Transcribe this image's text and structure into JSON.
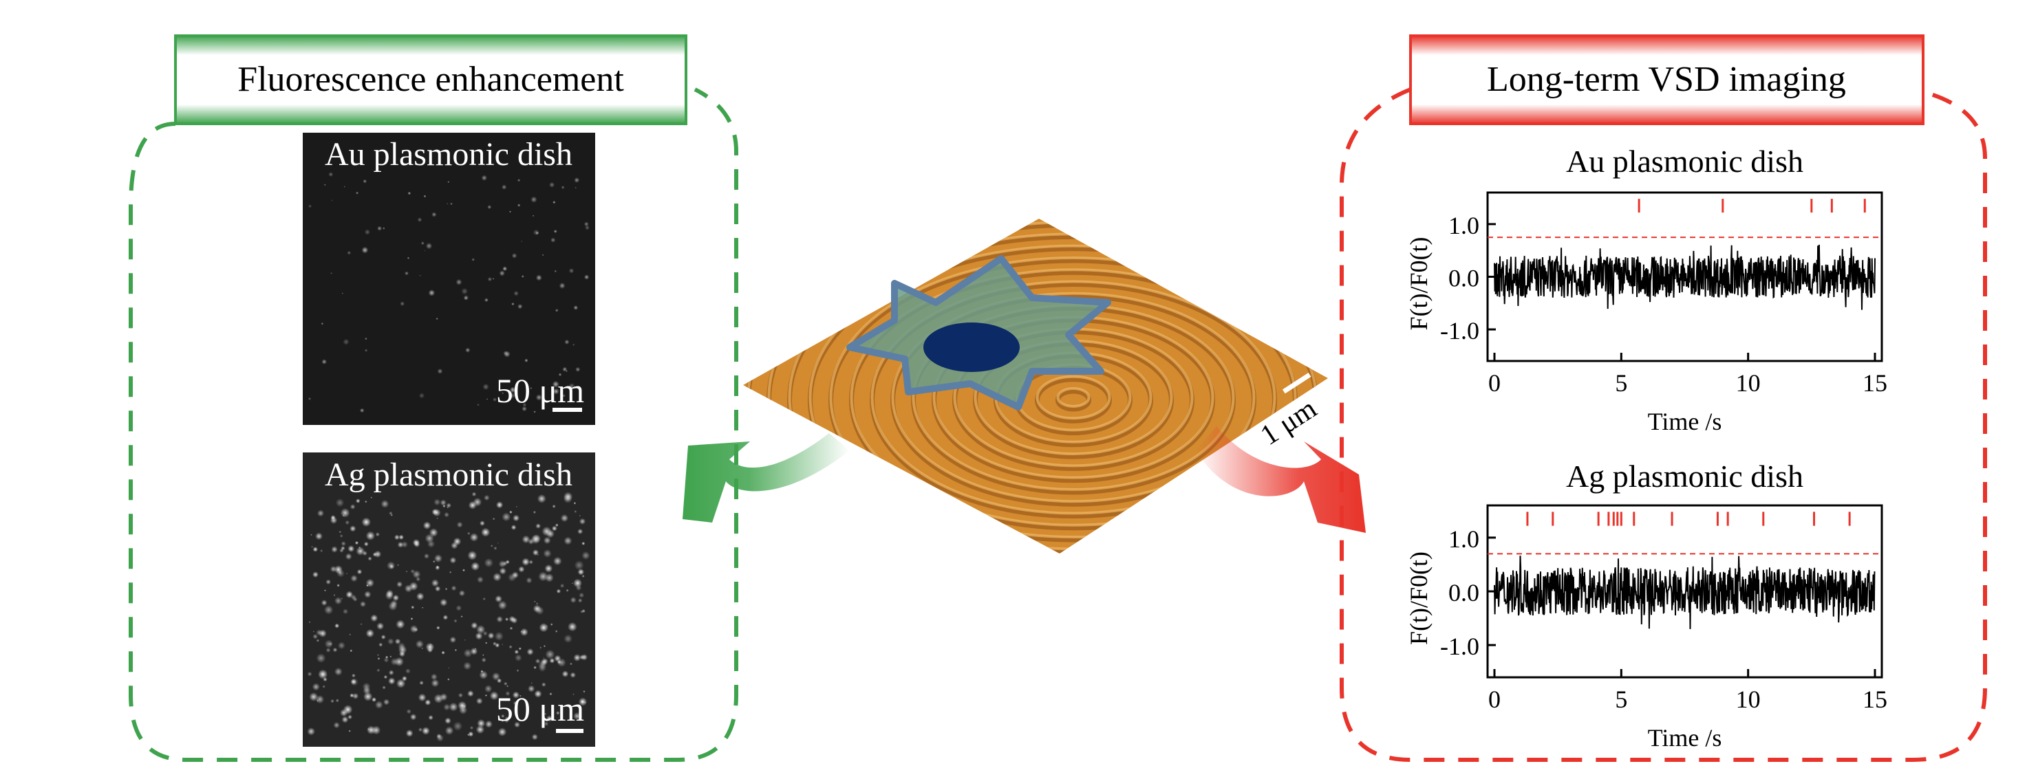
{
  "left_panel": {
    "title": "Fluorescence enhancement",
    "border_color": "#3fa34d",
    "images": [
      {
        "label": "Au plasmonic dish",
        "scale_bar": "50 μm"
      },
      {
        "label": "Ag plasmonic dish",
        "scale_bar": "50 μm"
      }
    ]
  },
  "right_panel": {
    "title": "Long-term VSD imaging",
    "border_color": "#e8342a"
  },
  "center": {
    "scale_bar": "1 μm",
    "surface_color": "#d48a2e",
    "star_color": "#6a9c8a",
    "center_dot_color": "#0b2a66"
  },
  "chart_data": [
    {
      "type": "line",
      "title": "Au plasmonic dish",
      "xlabel": "Time /s",
      "ylabel": "F(t)/F0(t)",
      "xlim": [
        0,
        15
      ],
      "ylim": [
        -1.6,
        1.6
      ],
      "xticks": [
        0,
        5,
        10,
        15
      ],
      "yticks": [
        1.0,
        0.0,
        -1.0
      ],
      "ytick_labels": [
        "1.0",
        "0.0",
        "-1.0"
      ],
      "threshold": 0.75,
      "noise_amplitude": 0.4,
      "spike_times": [
        5.7,
        9.0,
        12.5,
        13.3,
        14.6
      ],
      "series_color": "#000000",
      "marker_color": "#e8342a"
    },
    {
      "type": "line",
      "title": "Ag plasmonic dish",
      "xlabel": "Time /s",
      "ylabel": "F(t)/F0(t)",
      "xlim": [
        0,
        15
      ],
      "ylim": [
        -1.6,
        1.6
      ],
      "xticks": [
        0,
        5,
        10,
        15
      ],
      "yticks": [
        1.0,
        0.0,
        -1.0
      ],
      "ytick_labels": [
        "1.0",
        "0.0",
        "-1.0"
      ],
      "threshold": 0.7,
      "noise_amplitude": 0.45,
      "spike_times": [
        1.3,
        2.3,
        4.1,
        4.5,
        4.7,
        4.85,
        5.0,
        5.5,
        7.0,
        8.8,
        9.2,
        10.6,
        12.6,
        14.0
      ],
      "series_color": "#000000",
      "marker_color": "#e8342a"
    }
  ]
}
